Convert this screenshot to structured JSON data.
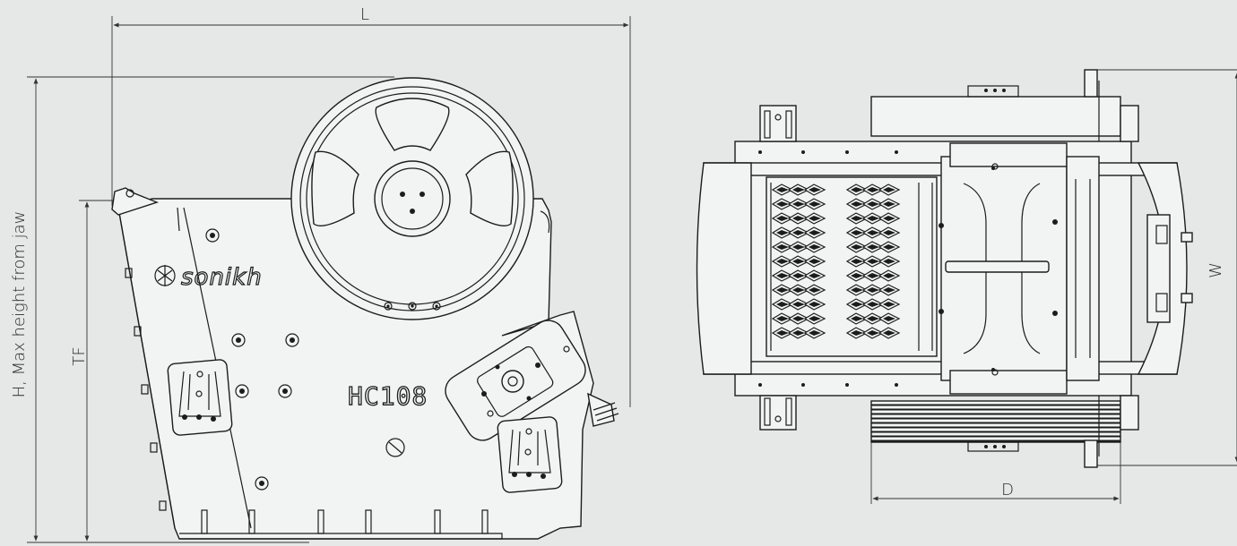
{
  "dimensions": {
    "length_label": "L",
    "height_label": "H, Max height from jaw",
    "feed_height_label": "TF",
    "width_label": "W",
    "depth_label": "D"
  },
  "branding": {
    "logo_text": "sonikh",
    "model_text": "HC108"
  }
}
